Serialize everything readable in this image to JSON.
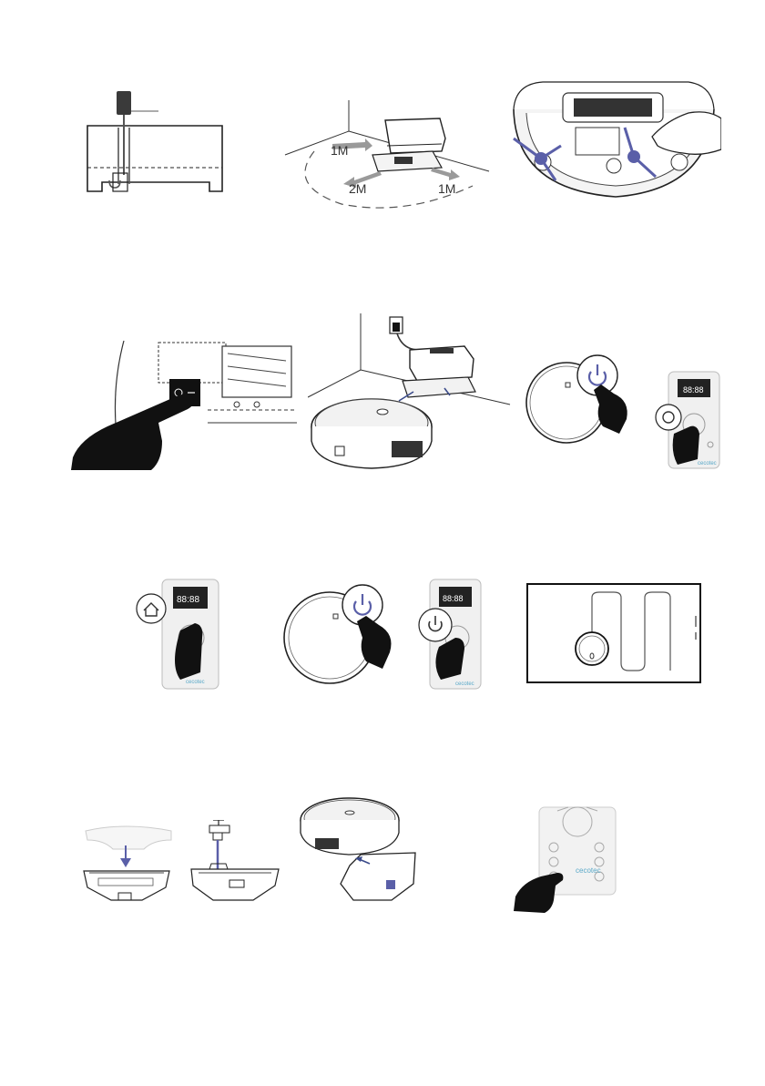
{
  "colors": {
    "accent": "#5a5fa8",
    "ink": "#1a1a1a",
    "grey": "#9a9a9a",
    "light": "#ececec"
  },
  "fig_base_distance": {
    "side_label": "1M",
    "front_label": "2M",
    "right_label": "1M"
  },
  "remote": {
    "display": "88:88",
    "brand": "cecotec"
  },
  "icons": [
    "power-icon",
    "home-icon",
    "hand-icon",
    "faucet-icon",
    "arrow-icon"
  ]
}
